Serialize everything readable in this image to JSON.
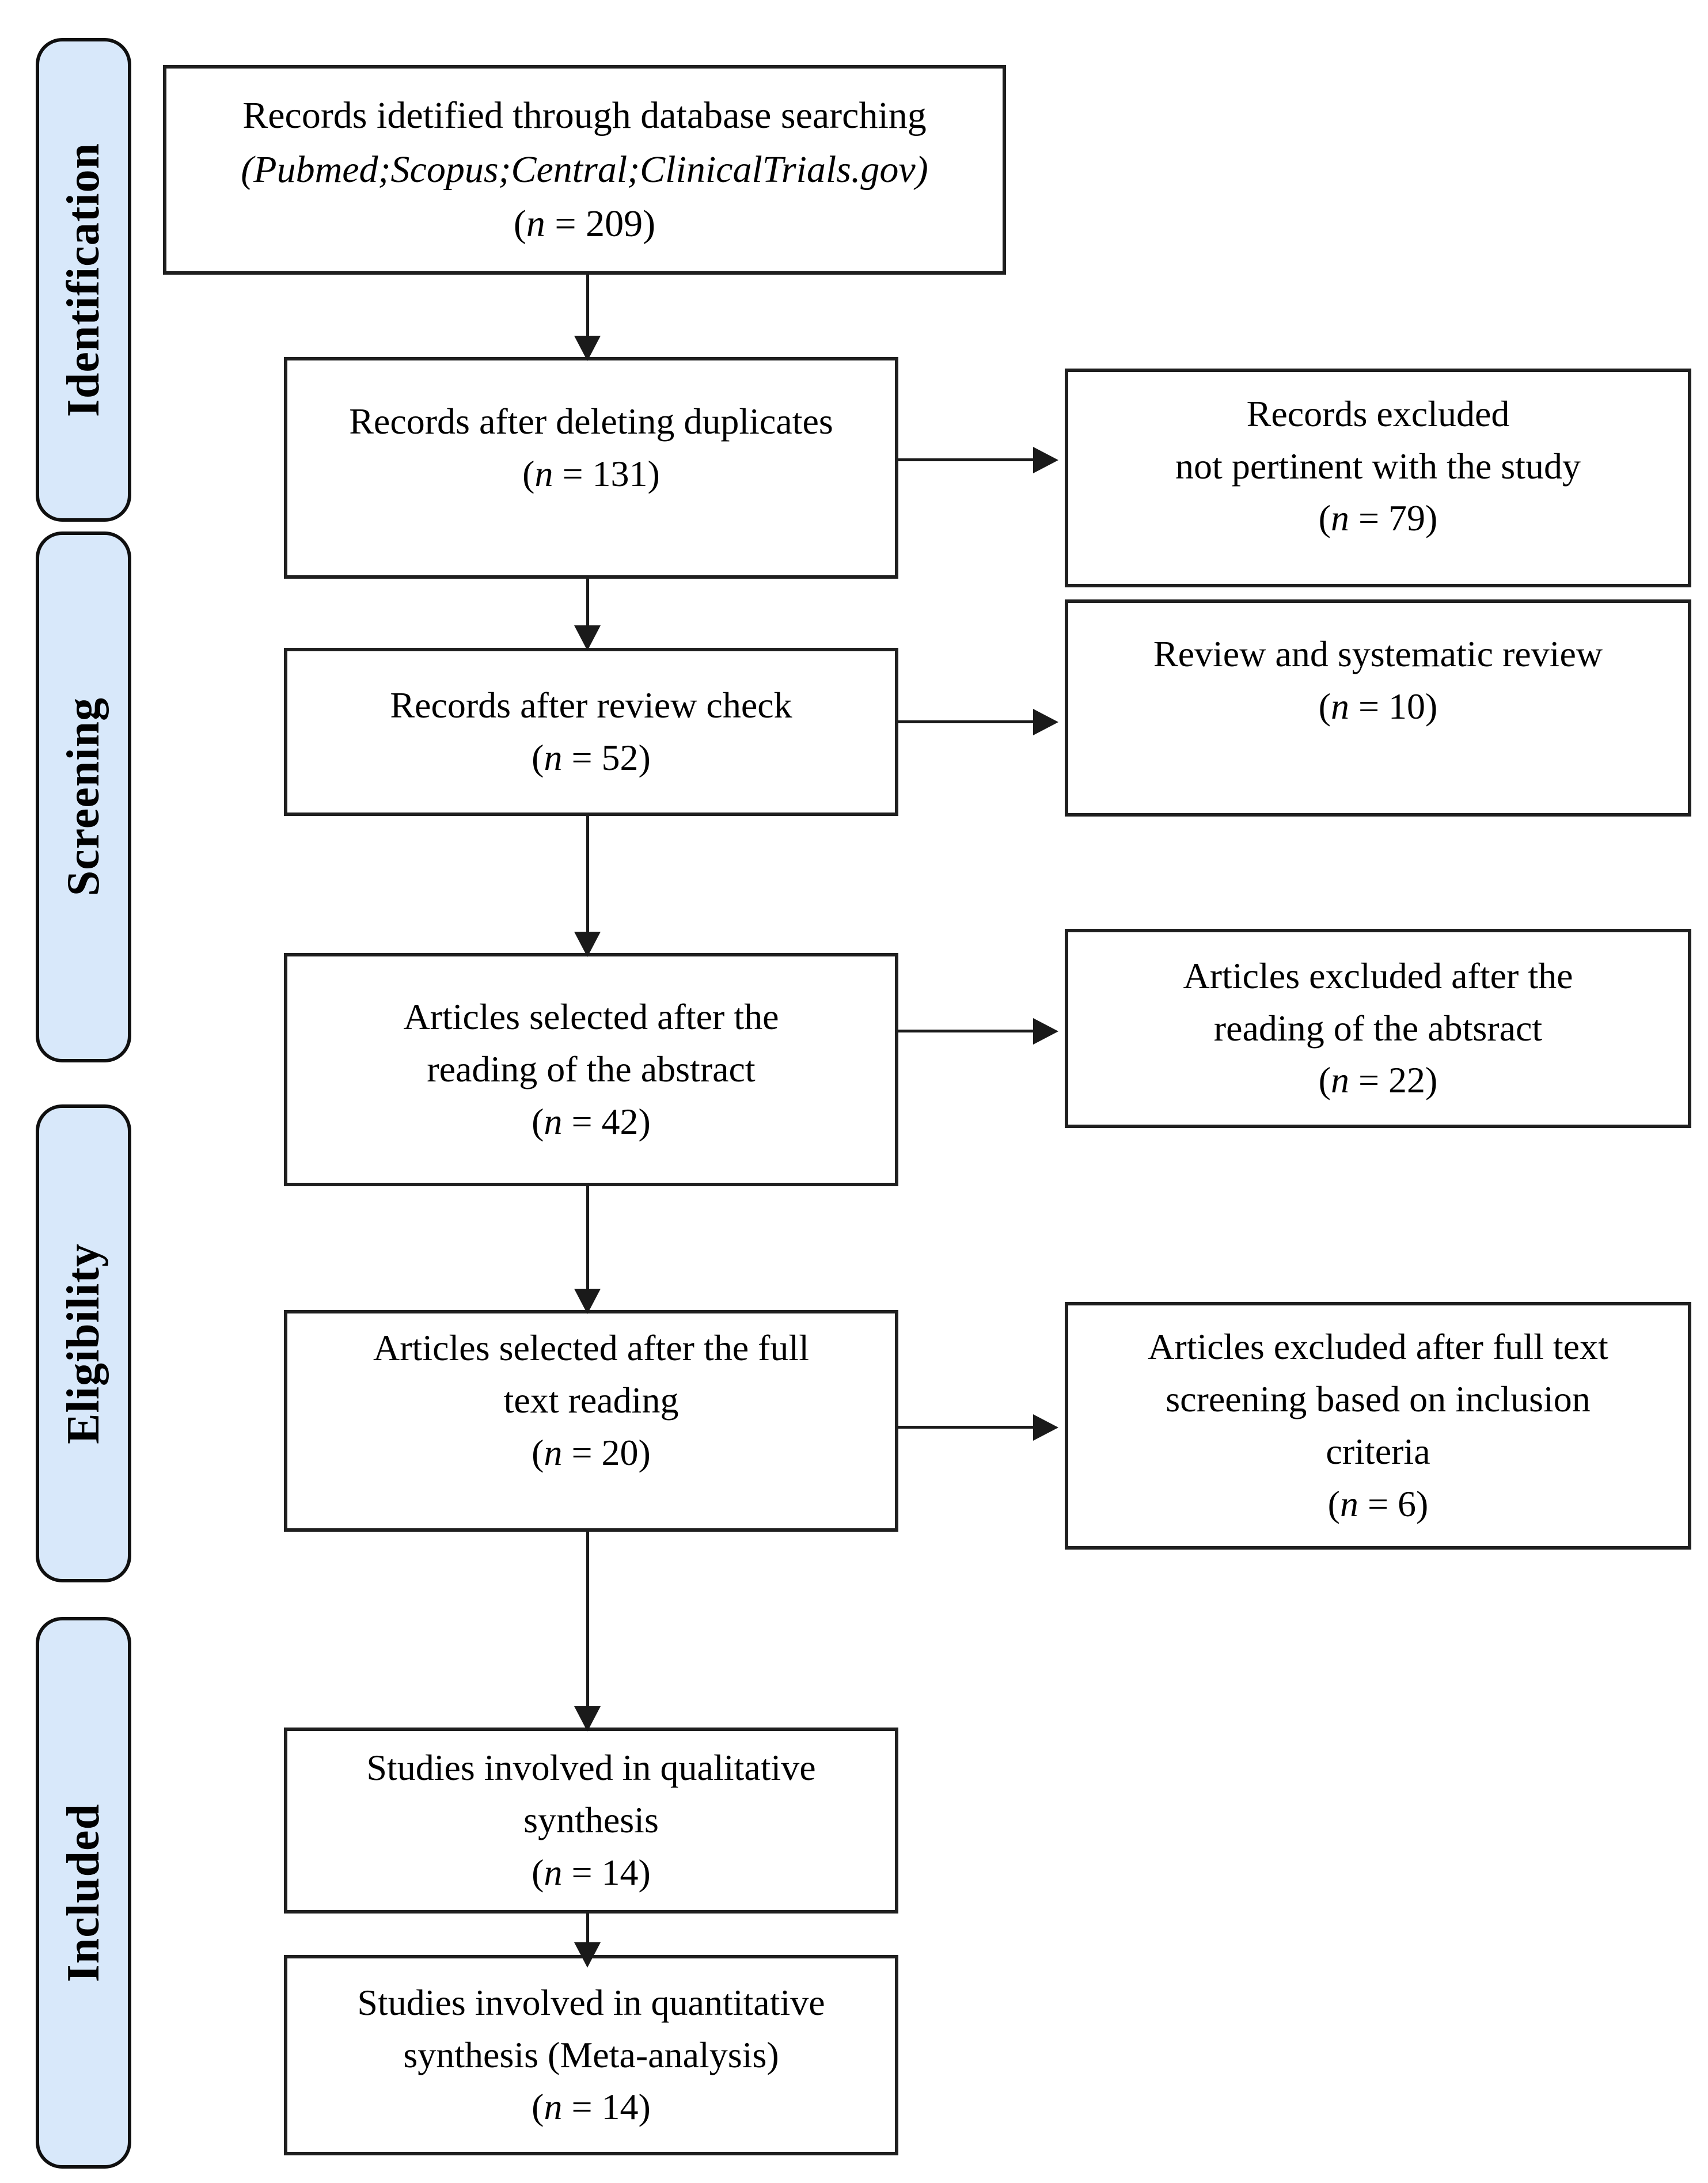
{
  "figure": {
    "kind": "PRISMA flow diagram",
    "background": "#ffffff"
  },
  "colors": {
    "stage_fill": "#d8e8fa",
    "stage_border": "#0f0f0f",
    "box_fill": "#ffffff",
    "box_border": "#1f1f1f",
    "arrow": "#1a1a1a",
    "text": "#000000"
  },
  "stages": [
    {
      "label": "Identification"
    },
    {
      "label": "Screening"
    },
    {
      "label": "Eligibility"
    },
    {
      "label": "Included"
    }
  ],
  "main_boxes": [
    {
      "id": "records-identified",
      "lines": [
        "Records idetified through database searching",
        "(Pubmed;Scopus;Central;ClinicalTrials.gov)"
      ],
      "count_prefix": "(",
      "count_var": "n",
      "count_suffix": " = 209)"
    },
    {
      "id": "records-deduplicated",
      "lines": [
        "Records after deleting duplicates"
      ],
      "count_prefix": "(",
      "count_var": "n",
      "count_suffix": " = 131)"
    },
    {
      "id": "records-after-review-check",
      "lines": [
        "Records after review check"
      ],
      "count_prefix": "(",
      "count_var": "n",
      "count_suffix": " = 52)"
    },
    {
      "id": "articles-after-abstract",
      "lines": [
        "Articles selected after the",
        "reading of the abstract"
      ],
      "count_prefix": "(",
      "count_var": "n",
      "count_suffix": " = 42)"
    },
    {
      "id": "articles-after-fulltext",
      "lines": [
        "Articles selected after the full",
        "text reading"
      ],
      "count_prefix": "(",
      "count_var": "n",
      "count_suffix": " = 20)"
    },
    {
      "id": "qualitative-synthesis",
      "lines": [
        "Studies involved in qualitative",
        "synthesis"
      ],
      "count_prefix": "(",
      "count_var": "n",
      "count_suffix": " = 14)"
    },
    {
      "id": "quantitative-synthesis",
      "lines": [
        "Studies involved in quantitative",
        "synthesis (Meta-analysis)"
      ],
      "count_prefix": "(",
      "count_var": "n",
      "count_suffix": " = 14)"
    }
  ],
  "side_boxes": [
    {
      "id": "records-excluded",
      "lines": [
        "Records excluded",
        "not pertinent with the study"
      ],
      "count_prefix": "(",
      "count_var": "n",
      "count_suffix": " = 79)"
    },
    {
      "id": "reviews-excluded",
      "lines": [
        "Review and systematic review"
      ],
      "count_prefix": "(",
      "count_var": "n",
      "count_suffix": " = 10)"
    },
    {
      "id": "abstract-excluded",
      "lines": [
        "Articles excluded after the",
        "reading of the abtsract"
      ],
      "count_prefix": "(",
      "count_var": "n",
      "count_suffix": " = 22)"
    },
    {
      "id": "fulltext-excluded",
      "lines": [
        "Articles excluded after full text",
        "screening based on inclusion",
        "criteria"
      ],
      "count_prefix": "(",
      "count_var": "n",
      "count_suffix": " = 6)"
    }
  ]
}
